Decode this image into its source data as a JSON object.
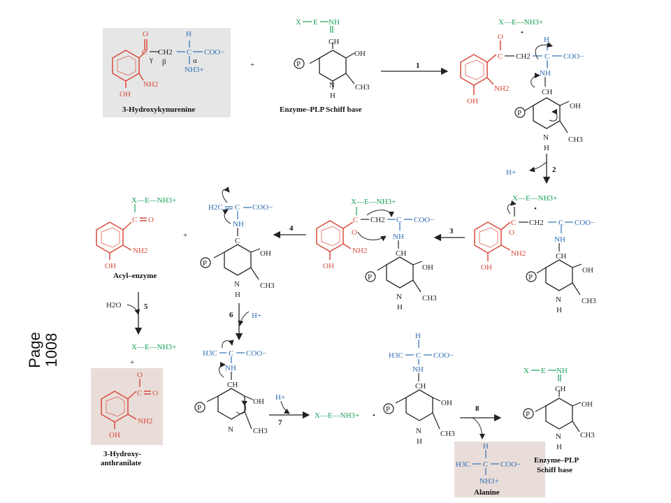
{
  "page_tag": "Page\n1008",
  "labels": {
    "hydroxykynurenine": "3-Hydroxykynurenine",
    "enzyme_plp": "Enzyme–PLP Schiff base",
    "acyl_enzyme": "Acyl–enzyme",
    "anthranilate_line1": "3-Hydroxy-",
    "anthranilate_line2": "anthranilate",
    "alanine": "Alanine",
    "enzyme_plp_final_1": "Enzyme–PLP",
    "enzyme_plp_final_2": "Schiff base"
  },
  "step_numbers": [
    "1",
    "2",
    "3",
    "4",
    "5",
    "6",
    "7",
    "8"
  ],
  "reagents": {
    "h_plus": "H+",
    "water": "H2O",
    "plus": "+"
  },
  "groups": {
    "enzyme": "X—E—NH3+",
    "coo": "COO−",
    "ch2": "CH2",
    "nh3": "NH3+",
    "ch3": "CH3",
    "oh": "OH",
    "nh2": "NH2",
    "ch": "CH",
    "h": "H",
    "nh": "NH",
    "p": "P",
    "gamma": "γ",
    "beta": "β",
    "alpha": "α"
  },
  "colors": {
    "red": "#d94a3c",
    "blue": "#2e6db4",
    "green": "#1aa05a",
    "box_gray": "#e6e6e6",
    "box_pink": "#e9ddd9"
  }
}
